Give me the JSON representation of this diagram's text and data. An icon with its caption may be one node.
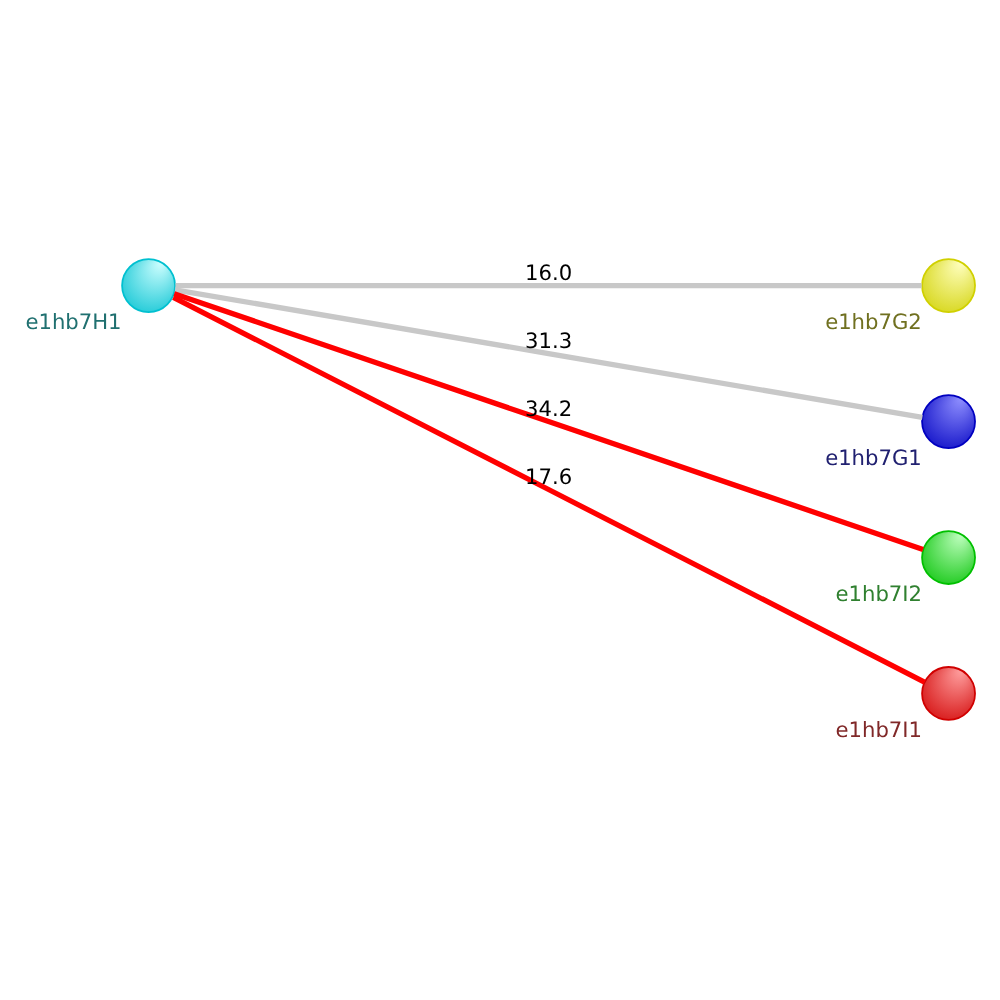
{
  "diagram": {
    "nodes": [
      {
        "text": [],
        "shape": "circle",
        "beside": [
          "e1hb7G2"
        ]
      },
      {
        "text": [],
        "shape": "circle",
        "beside": [
          "e1hb7G1"
        ]
      },
      {
        "text": [],
        "shape": "circle",
        "beside": [
          "e1hb7H1"
        ]
      },
      {
        "text": [],
        "shape": "circle",
        "beside": [
          "e1hb7I2"
        ]
      },
      {
        "text": [],
        "shape": "circle",
        "beside": [
          "e1hb7I1"
        ]
      }
    ],
    "edges": [
      {
        "from": 2,
        "to": 0,
        "arrow": "none",
        "label": "16.0"
      },
      {
        "from": 2,
        "to": 1,
        "arrow": "none",
        "label": "31.3"
      },
      {
        "from": 2,
        "to": 3,
        "arrow": "none",
        "label": "34.2",
        "color": "#ff0000"
      },
      {
        "from": 2,
        "to": 4,
        "arrow": "none",
        "label": "17.6",
        "color": "#ff0000"
      }
    ]
  }
}
